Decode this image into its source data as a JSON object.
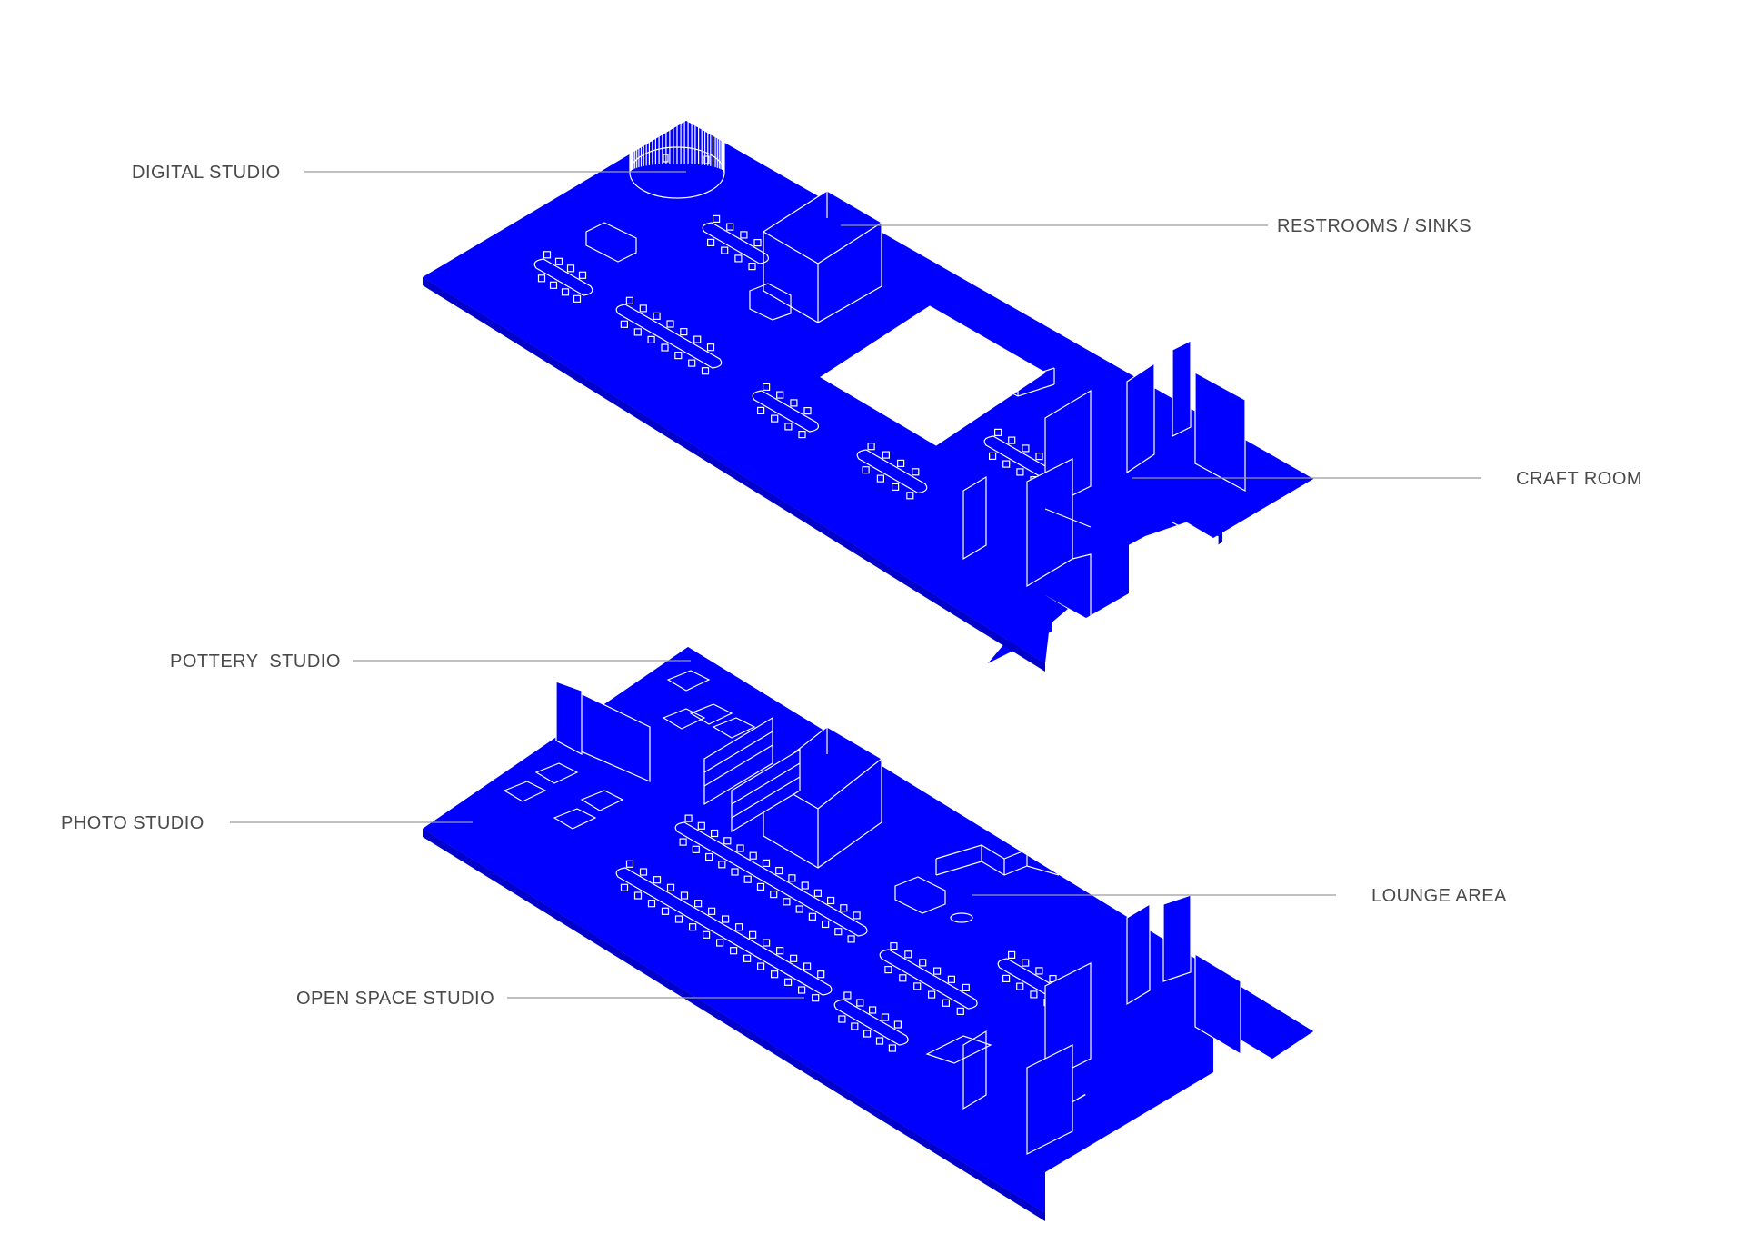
{
  "diagram": {
    "colors": {
      "floor": "#0000FF",
      "line": "#FFFFFF",
      "label": "#4A4A4A",
      "leader": "#9A9A9A",
      "background": "#FFFFFF"
    },
    "upper_floor": {
      "labels": {
        "digital_studio": "DIGITAL STUDIO",
        "restrooms": "RESTROOMS / SINKS",
        "craft_room": "CRAFT ROOM"
      }
    },
    "lower_floor": {
      "labels": {
        "pottery_studio": "POTTERY  STUDIO",
        "photo_studio": "PHOTO STUDIO",
        "lounge_area": "LOUNGE AREA",
        "open_space_studio": "OPEN SPACE STUDIO"
      }
    }
  }
}
